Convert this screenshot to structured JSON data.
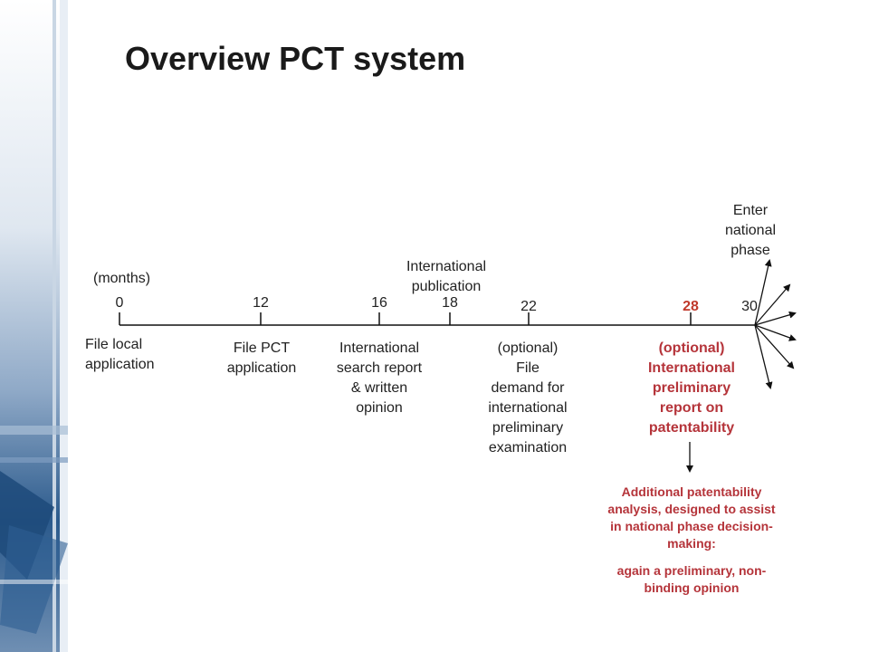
{
  "title": "Overview PCT system",
  "unit_label": "(months)",
  "colors": {
    "highlight": "#b5343a",
    "band_dark": "#1d4a7a",
    "band_light": "#a9bfd6"
  },
  "timeline": {
    "ticks": [
      {
        "month": 0,
        "label": "0",
        "highlight": false
      },
      {
        "month": 12,
        "label": "12",
        "highlight": false
      },
      {
        "month": 16,
        "label": "16",
        "highlight": false
      },
      {
        "month": 18,
        "label": "18",
        "highlight": false
      },
      {
        "month": 22,
        "label": "22",
        "highlight": false
      },
      {
        "month": 28,
        "label": "28",
        "highlight": true
      },
      {
        "month": 30,
        "label": "30",
        "highlight": false
      }
    ],
    "events": {
      "m0": "File local\napplication",
      "m12": "File PCT\napplication",
      "m16": "International\nsearch report\n& written\nopinion",
      "m18": "International\npublication",
      "m22": "(optional)\nFile\n  demand for\ninternational\npreliminary\n  examination",
      "m28": "(optional)\nInternational\npreliminary\nreport on\npatentability",
      "m30": "Enter\nnational\nphase"
    }
  },
  "note": {
    "line1": "Additional patentability\nanalysis, designed to assist\nin national phase decision-\nmaking:",
    "line2": "again a preliminary, non-\nbinding opinion"
  }
}
